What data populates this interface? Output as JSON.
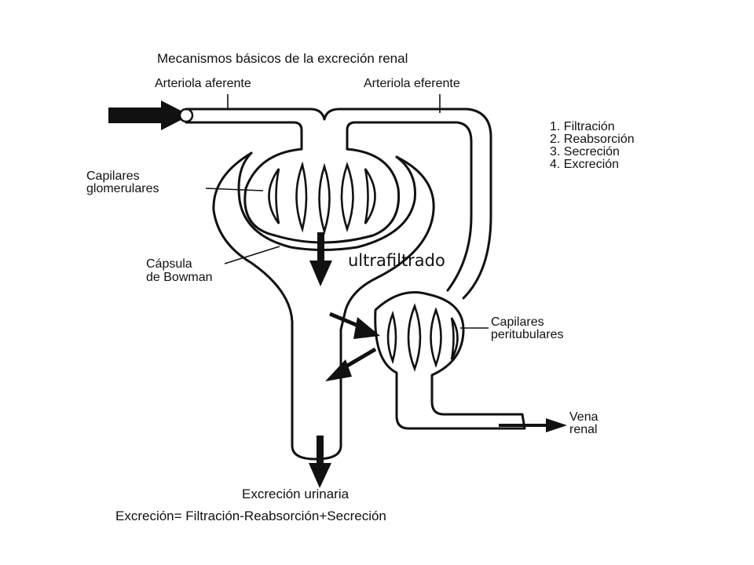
{
  "title": "Mecanismos básicos de la excreción renal",
  "labels": {
    "arteriola_aferente": "Arteriola aferente",
    "arteriola_eferente": "Arteriola eferente",
    "capilares_glomerulares": [
      "Capilares",
      "glomerulares"
    ],
    "capsula_bowman": [
      "Cápsula",
      "de Bowman"
    ],
    "capilares_peritubulares": [
      "Capilares",
      "peritubulares"
    ],
    "vena_renal": [
      "Vena",
      "renal"
    ],
    "excrecion_urinaria": "Excreción urinaria",
    "ultrafiltrado": "ultrafiltrado"
  },
  "legend": [
    "1. Filtración",
    "2. Reabsorción",
    "3. Secreción",
    "4. Excreción"
  ],
  "formula": "Excreción= Filtración-Reabsorción+Secreción"
}
